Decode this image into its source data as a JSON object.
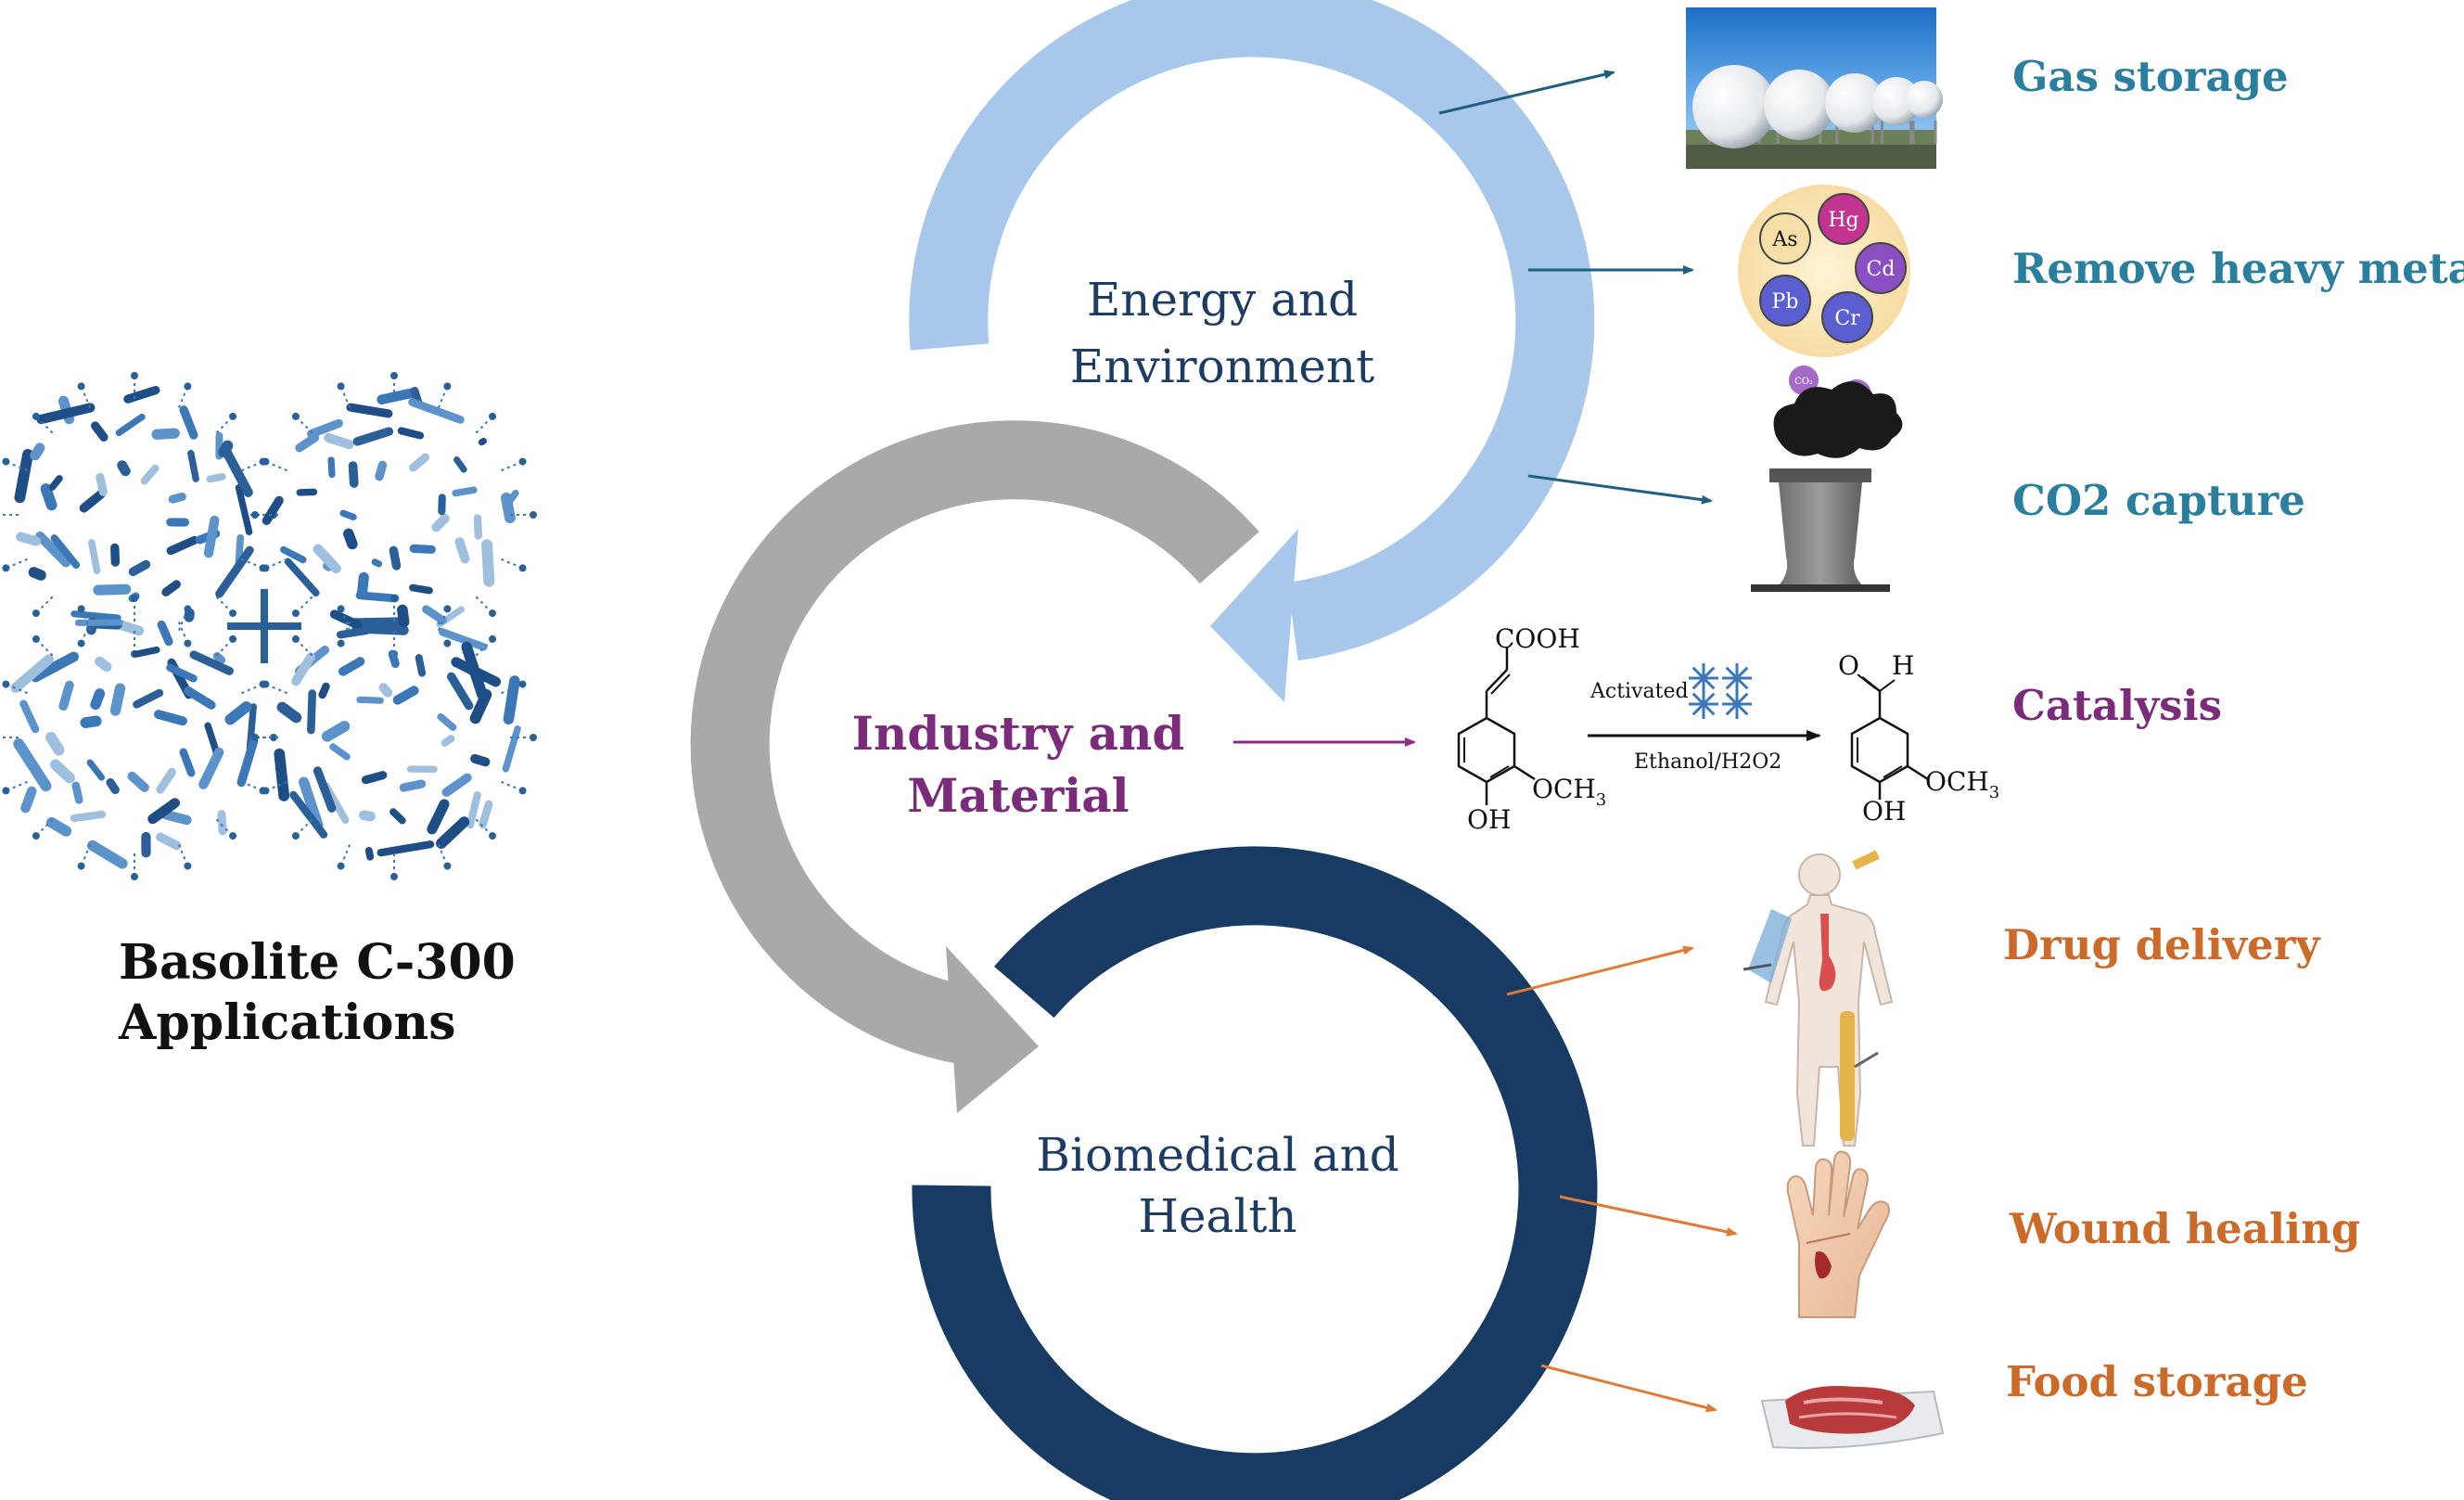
{
  "title": {
    "line1": "Basolite C-300",
    "line2": "Applications"
  },
  "categories": [
    {
      "key": "energy",
      "line1": "Energy and",
      "line2": "Environment",
      "color": "#a7c8ea",
      "text_color": "#1d3c63",
      "applications": [
        "Gas storage",
        "Remove heavy metals",
        "CO2 capture"
      ],
      "app_color": "#2a7f9e",
      "arrow_color": "#1f5f80"
    },
    {
      "key": "industry",
      "line1": "Industry and",
      "line2": "Material",
      "color": "#a9a9a9",
      "text_color": "#7a2c7a",
      "applications": [
        "Catalysis"
      ],
      "app_color": "#7a2c7a",
      "arrow_color": "#8b2c8b"
    },
    {
      "key": "biomedical",
      "line1": "Biomedical and",
      "line2": "Health",
      "color": "#173b63",
      "text_color": "#1d3c63",
      "applications": [
        "Drug delivery",
        "Wound healing",
        "Food storage"
      ],
      "app_color": "#cc6a2a",
      "arrow_color": "#e07a35"
    }
  ],
  "metals": [
    "As",
    "Hg",
    "Cd",
    "Pb",
    "Cr"
  ],
  "co2_bubble_label": "CO₂",
  "reaction": {
    "reactant_group": "COOH",
    "reactant_methoxy_prefix": "OCH",
    "reactant_methoxy_sub": "3",
    "reactant_hydroxyl": "OH",
    "catalyst_label": "Activated",
    "conditions_label": "Ethanol/H2O2",
    "product_aldehyde_O": "O",
    "product_aldehyde_H": "H",
    "product_methoxy_prefix": "OCH",
    "product_methoxy_sub": "3",
    "product_hydroxyl": "OH"
  }
}
